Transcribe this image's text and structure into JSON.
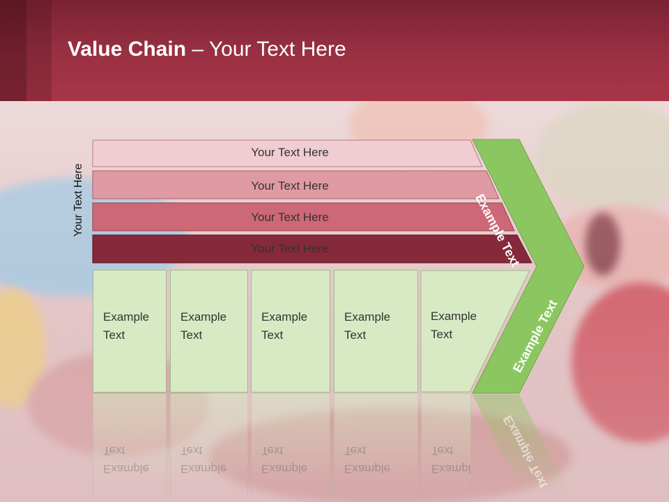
{
  "slide": {
    "title_bold": "Value Chain",
    "title_rest": " – Your Text Here",
    "side_label": "Your Text Here"
  },
  "support_activities": [
    {
      "label": "Your Text Here",
      "color": "#efcdd2"
    },
    {
      "label": "Your Text Here",
      "color": "#e09aa3"
    },
    {
      "label": "Your Text Here",
      "color": "#cd6876"
    },
    {
      "label": "Your Text Here",
      "color": "#86293a"
    }
  ],
  "primary_activities": [
    {
      "label_line1": "Example",
      "label_line2": "Text"
    },
    {
      "label_line1": "Example",
      "label_line2": "Text"
    },
    {
      "label_line1": "Example",
      "label_line2": "Text"
    },
    {
      "label_line1": "Example",
      "label_line2": "Text"
    },
    {
      "label_line1": "Example",
      "label_line2": "Text"
    }
  ],
  "margin_arrow": {
    "upper_label": "Example Text",
    "lower_label": "Example Text",
    "color": "#8cc660"
  },
  "colors": {
    "header": "#9a3143",
    "box_fill": "#d7eac4",
    "box_border": "#9fb98a"
  }
}
